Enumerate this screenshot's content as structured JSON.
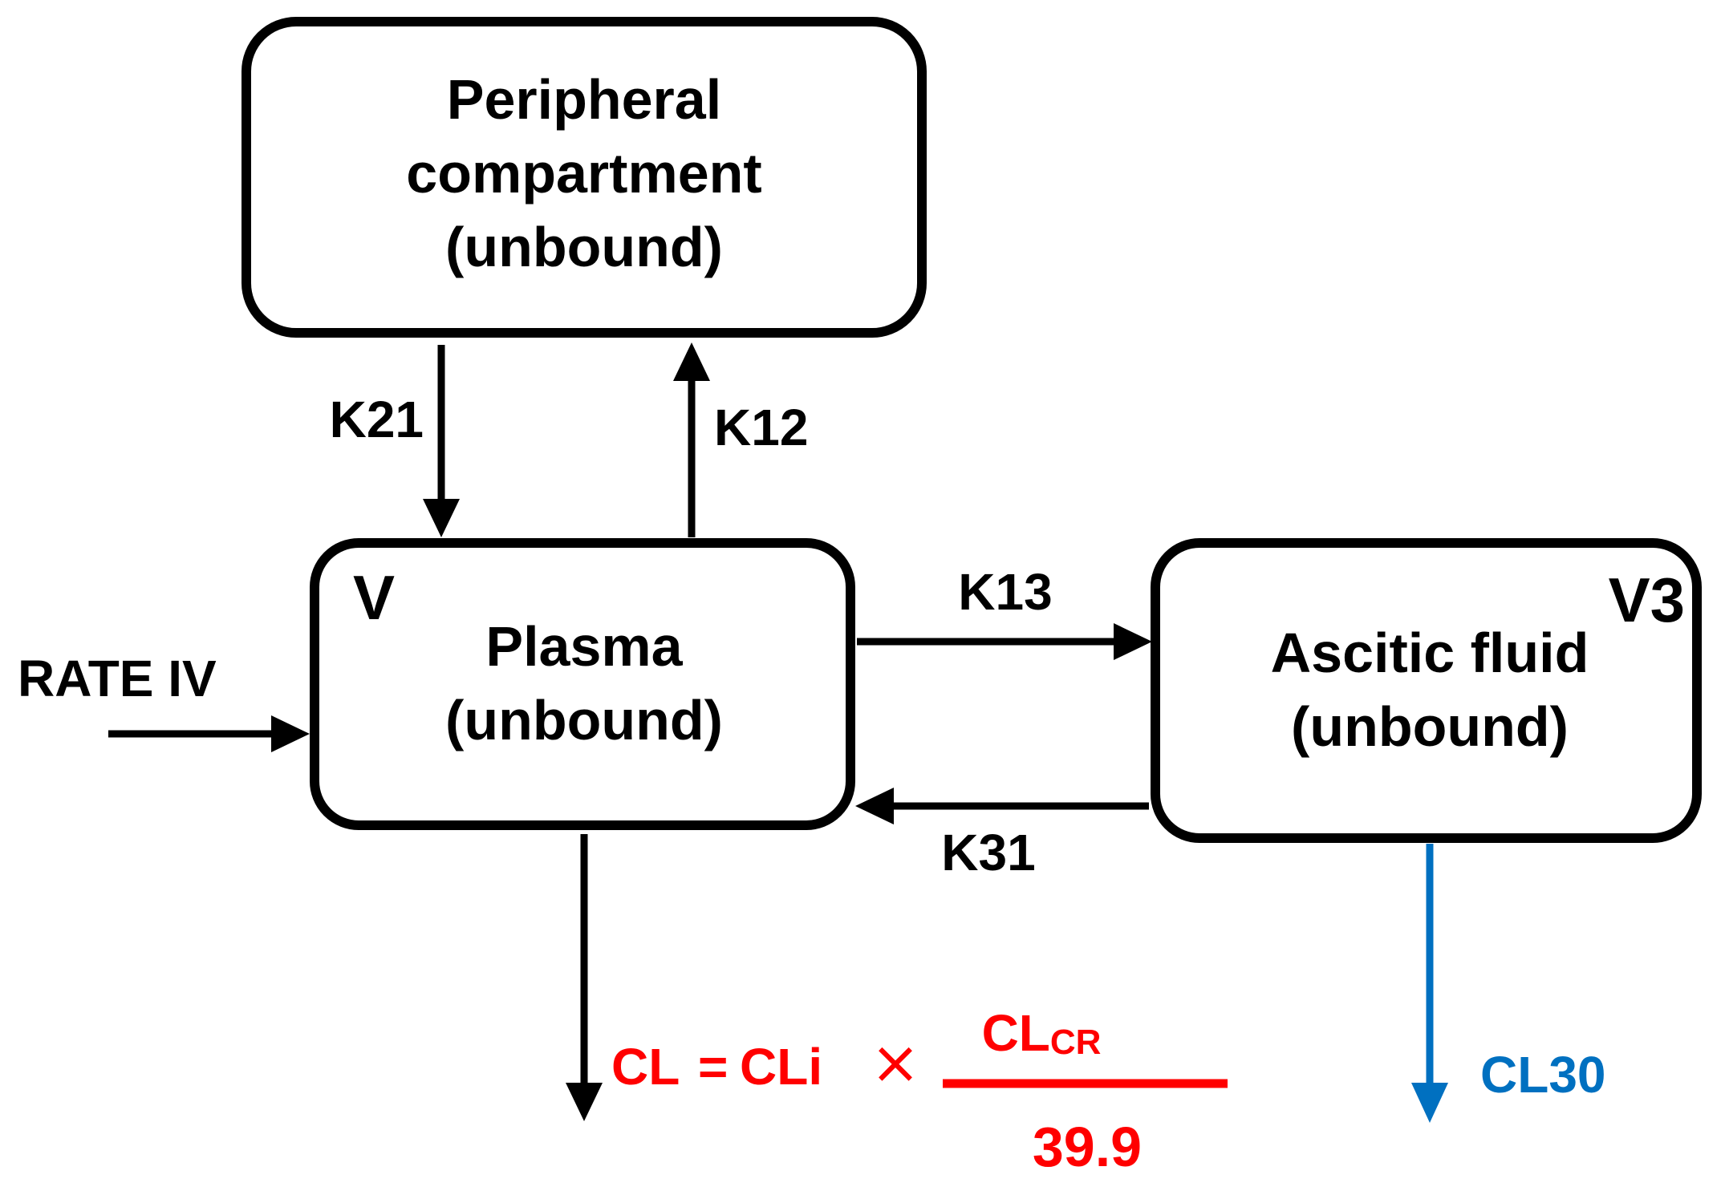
{
  "compartments": {
    "peripheral": {
      "lines": [
        "Peripheral",
        "compartment",
        "(unbound)"
      ]
    },
    "plasma": {
      "volume_label": "V",
      "lines": [
        "Plasma",
        "(unbound)"
      ]
    },
    "ascitic": {
      "volume_label": "V3",
      "lines": [
        "Ascitic fluid",
        "(unbound)"
      ]
    }
  },
  "rates": {
    "k21": "K21",
    "k12": "K12",
    "k13": "K13",
    "k31": "K31",
    "input": "RATE IV"
  },
  "clearance": {
    "lhs": "CL",
    "equals": "=",
    "cli": "CLi",
    "times": "×",
    "numerator_main": "CL",
    "numerator_sub": "CR",
    "denominator": "39.9",
    "cl30": "CL30"
  },
  "colors": {
    "black": "#000000",
    "clearance_formula": "#ff0000",
    "cl30": "#0070c0"
  }
}
